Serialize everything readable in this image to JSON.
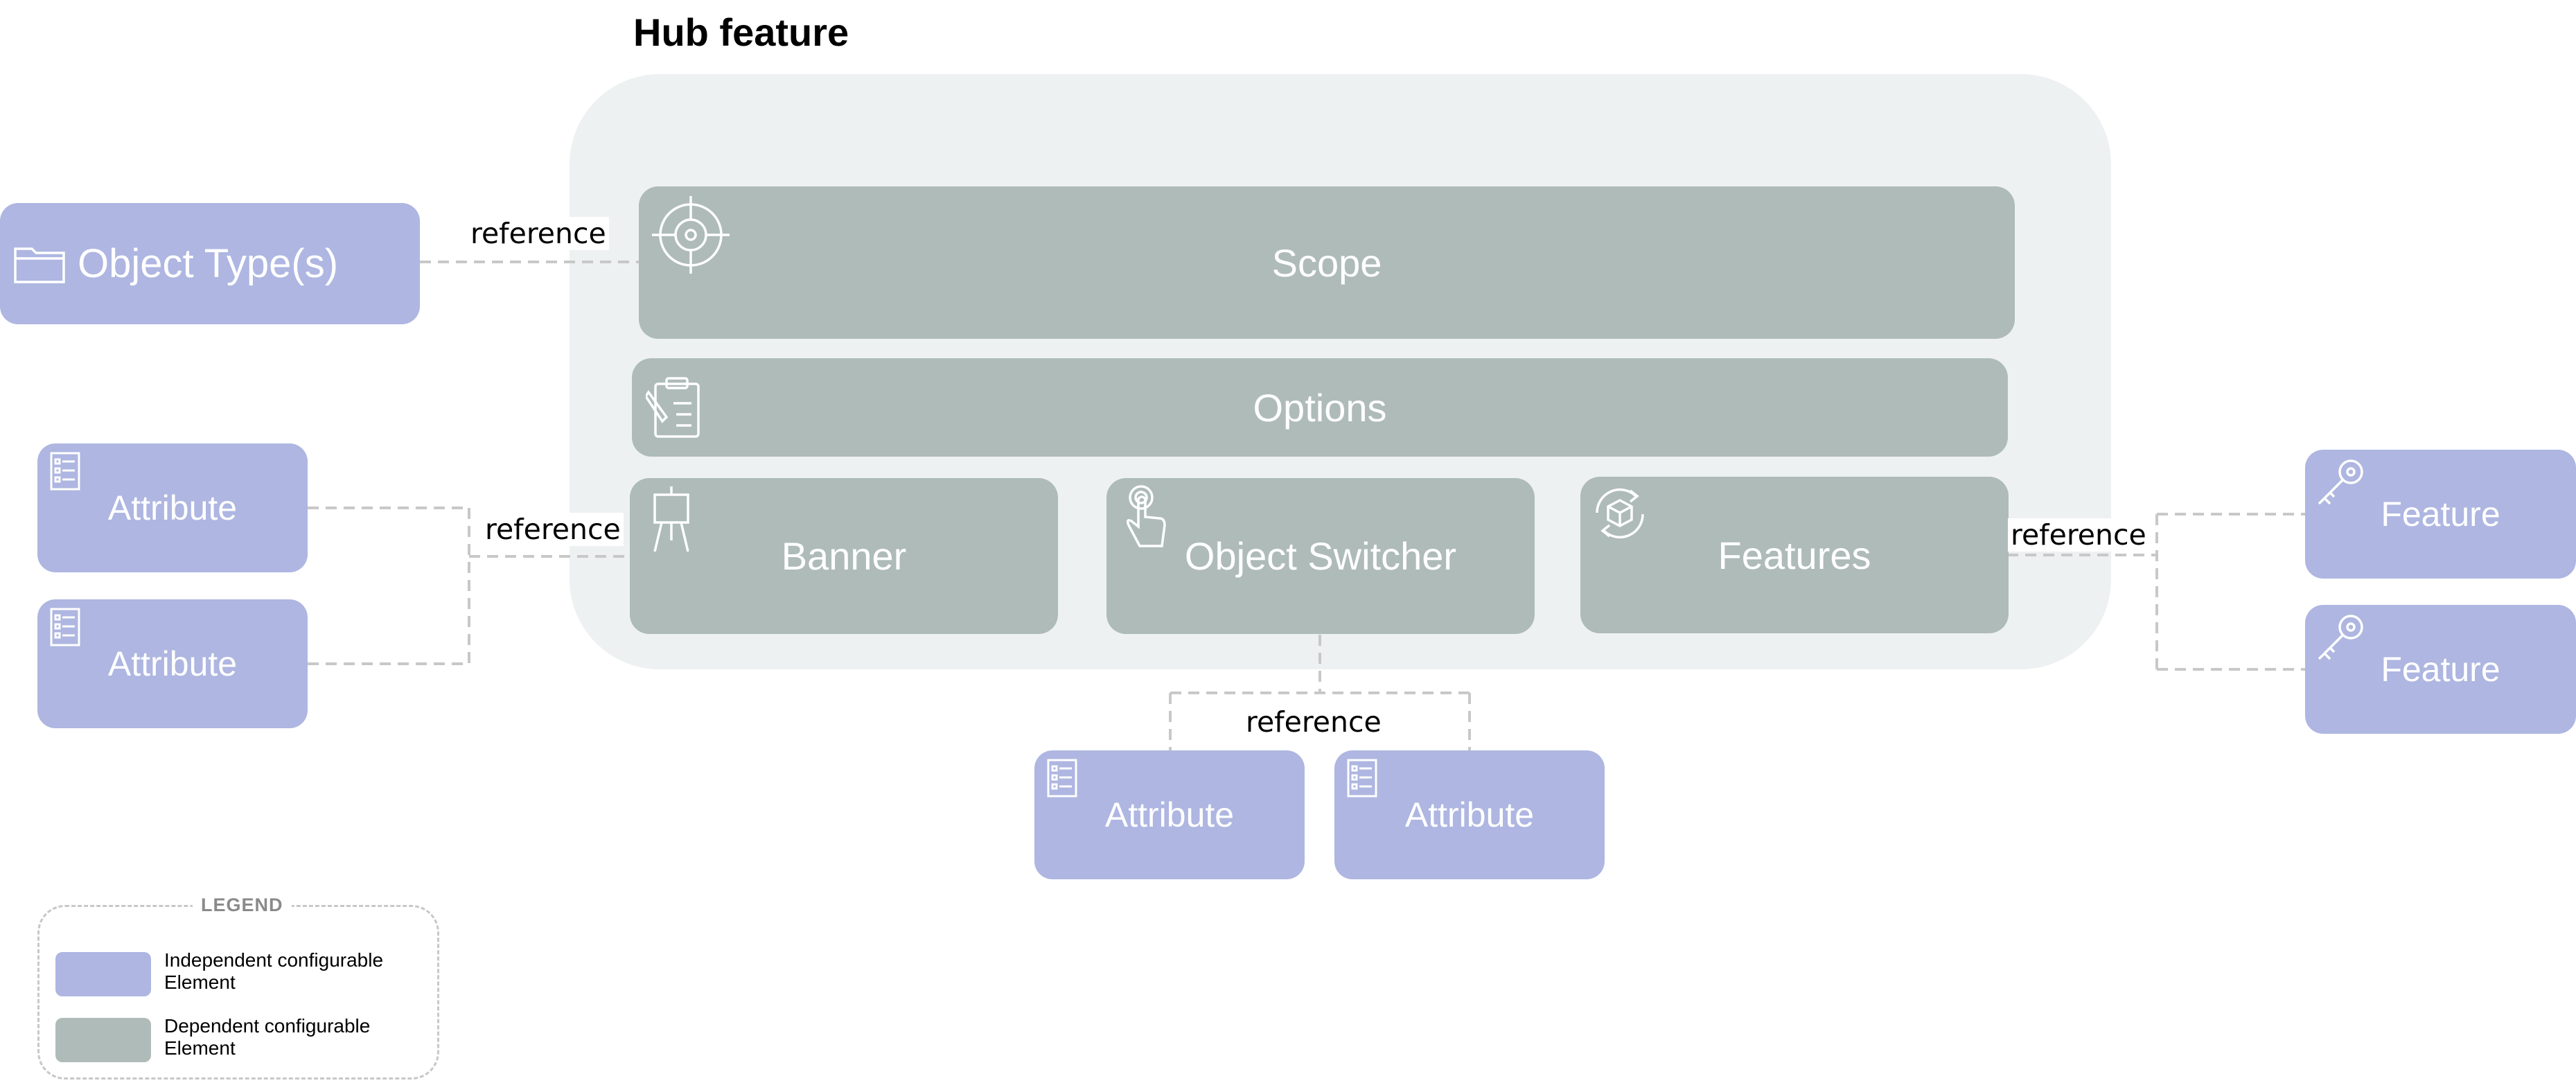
{
  "title": "Hub feature",
  "colors": {
    "independent": "#aeb6e1",
    "dependent": "#aebbb9",
    "hub_background": "#eef1f1",
    "connector": "#c8c8c8"
  },
  "hub": {
    "scope": {
      "label": "Scope",
      "icon": "target-icon"
    },
    "options": {
      "label": "Options",
      "icon": "clipboard-edit-icon"
    },
    "banner": {
      "label": "Banner",
      "icon": "easel-icon"
    },
    "object_switcher": {
      "label": "Object Switcher",
      "icon": "touch-hand-icon"
    },
    "features": {
      "label": "Features",
      "icon": "cube-cycle-icon"
    }
  },
  "independent": {
    "object_types": {
      "label": "Object Type(s)",
      "icon": "folder-icon"
    },
    "banner_attributes": [
      {
        "label": "Attribute",
        "icon": "list-icon"
      },
      {
        "label": "Attribute",
        "icon": "list-icon"
      }
    ],
    "switcher_attributes": [
      {
        "label": "Attribute",
        "icon": "list-icon"
      },
      {
        "label": "Attribute",
        "icon": "list-icon"
      }
    ],
    "features": [
      {
        "label": "Feature",
        "icon": "key-icon"
      },
      {
        "label": "Feature",
        "icon": "key-icon"
      }
    ]
  },
  "connectors": {
    "scope_ref": "reference",
    "banner_ref": "reference",
    "switcher_ref": "reference",
    "features_ref": "reference"
  },
  "legend": {
    "title": "LEGEND",
    "items": [
      {
        "label_line1": "Independent configurable",
        "label_line2": "Element"
      },
      {
        "label_line1": "Dependent configurable",
        "label_line2": "Element"
      }
    ]
  }
}
